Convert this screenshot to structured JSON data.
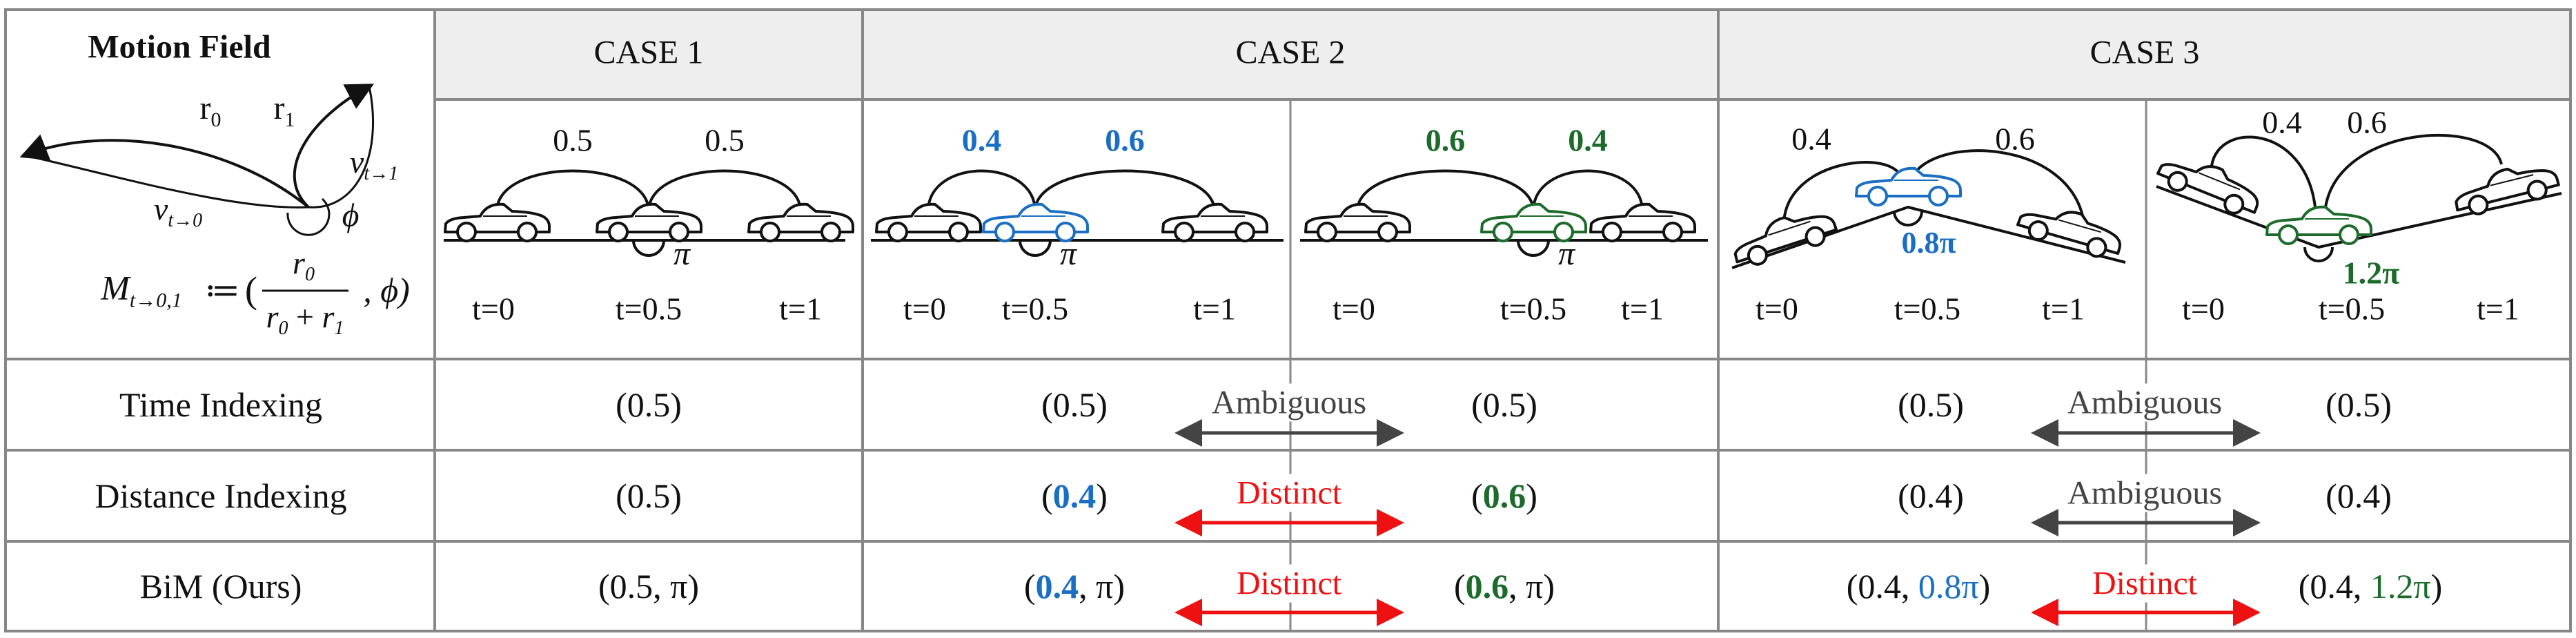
{
  "colors": {
    "blue": "#1a6fc4",
    "green": "#1c6b2a",
    "red": "#ee1111",
    "gray": "#444444",
    "header_bg": "#eeeeee",
    "border": "#888888"
  },
  "motion_field": {
    "title": "Motion Field",
    "r0": "r",
    "r0_sub": "0",
    "r1": "r",
    "r1_sub": "1",
    "v_prev": "v",
    "v_prev_sub": "t→0",
    "v_next": "v",
    "v_next_sub": "t→1",
    "phi": "ϕ",
    "formula_lhs": "M",
    "formula_lhs_sub": "t→0,1",
    "formula_assign": "≔",
    "formula_open": "(",
    "formula_num": "r",
    "formula_num_sub": "0",
    "formula_den_a": "r",
    "formula_den_a_sub": "0",
    "formula_den_plus": " + ",
    "formula_den_b": "r",
    "formula_den_b_sub": "1",
    "formula_tail": ", ϕ)"
  },
  "headers": [
    "CASE 1",
    "CASE 2",
    "CASE 3"
  ],
  "panels": [
    {
      "w_left": "0.5",
      "w_right": "0.5",
      "angle": "π"
    },
    {
      "w_left": "0.4",
      "w_right": "0.6",
      "angle": "π"
    },
    {
      "w_left": "0.6",
      "w_right": "0.4",
      "angle": "π"
    },
    {
      "w_left": "0.4",
      "w_right": "0.6",
      "angle": "0.8π"
    },
    {
      "w_left": "0.4",
      "w_right": "0.6",
      "angle": "1.2π"
    }
  ],
  "time_labels": [
    "t=0",
    "t=0.5",
    "t=1"
  ],
  "rows": [
    {
      "label": "Time Indexing",
      "case1": "(0.5)",
      "case2": {
        "left": "(0.5)",
        "right": "(0.5)",
        "arrow": "Ambiguous"
      },
      "case3": {
        "left": "(0.5)",
        "right": "(0.5)",
        "arrow": "Ambiguous"
      }
    },
    {
      "label": "Distance Indexing",
      "case1": "(0.5)",
      "case2": {
        "left_open": "(",
        "left_val": "0.4",
        "left_close": ")",
        "right_open": "(",
        "right_val": "0.6",
        "right_close": ")",
        "arrow": "Distinct"
      },
      "case3": {
        "left": "(0.4)",
        "right": "(0.4)",
        "arrow": "Ambiguous"
      }
    },
    {
      "label": "BiM (Ours)",
      "case1": "(0.5, π)",
      "case2": {
        "left_open": "(",
        "left_val": "0.4",
        "left_close": ", π)",
        "right_open": "(",
        "right_val": "0.6",
        "right_close": ", π)",
        "arrow": "Distinct"
      },
      "case3": {
        "left_open": "(0.4, ",
        "left_val": "0.8π",
        "left_close": ")",
        "right_open": "(0.4, ",
        "right_val": "1.2π",
        "right_close": ")",
        "arrow": "Distinct"
      }
    }
  ]
}
